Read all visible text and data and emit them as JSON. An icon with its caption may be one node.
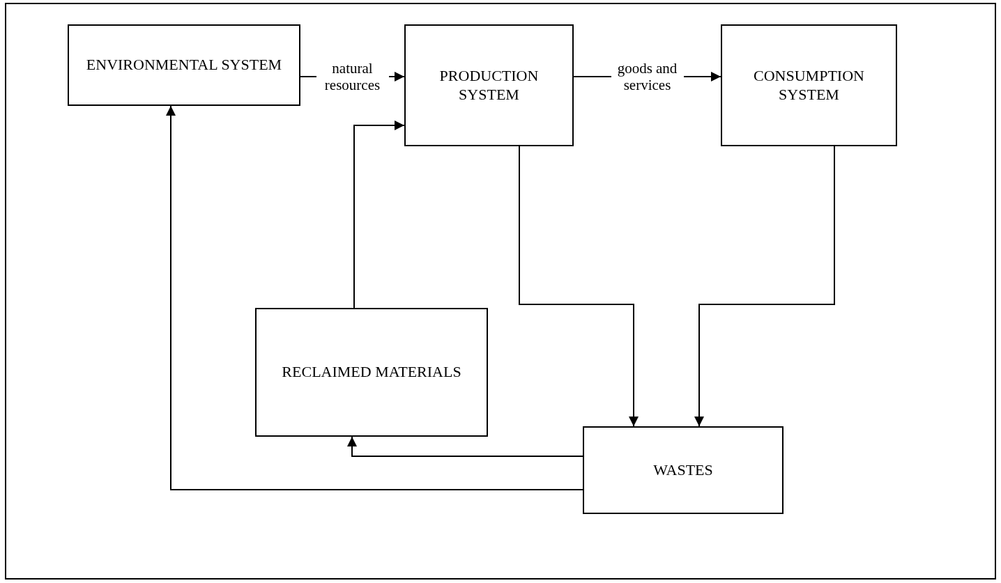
{
  "diagram": {
    "nodes": [
      {
        "text": [
          "ENVIRONMENTAL SYSTEM"
        ]
      },
      {
        "text": [
          "PRODUCTION SYSTEM"
        ]
      },
      {
        "text": [
          "CONSUMPTION SYSTEM"
        ]
      },
      {
        "text": [
          "RECLAIMED MATERIALS"
        ]
      },
      {
        "text": [
          "WASTES"
        ]
      }
    ],
    "edges": [
      {
        "from": 0,
        "to": 1,
        "arrow": "to",
        "label": "natural resources"
      },
      {
        "from": 1,
        "to": 2,
        "arrow": "to",
        "label": "goods and services"
      },
      {
        "from": 3,
        "to": 1,
        "arrow": "to"
      },
      {
        "from": 1,
        "to": 4,
        "arrow": "to"
      },
      {
        "from": 2,
        "to": 4,
        "arrow": "to"
      },
      {
        "from": 4,
        "to": 3,
        "arrow": "to"
      },
      {
        "from": 4,
        "to": 0,
        "arrow": "to"
      }
    ]
  }
}
